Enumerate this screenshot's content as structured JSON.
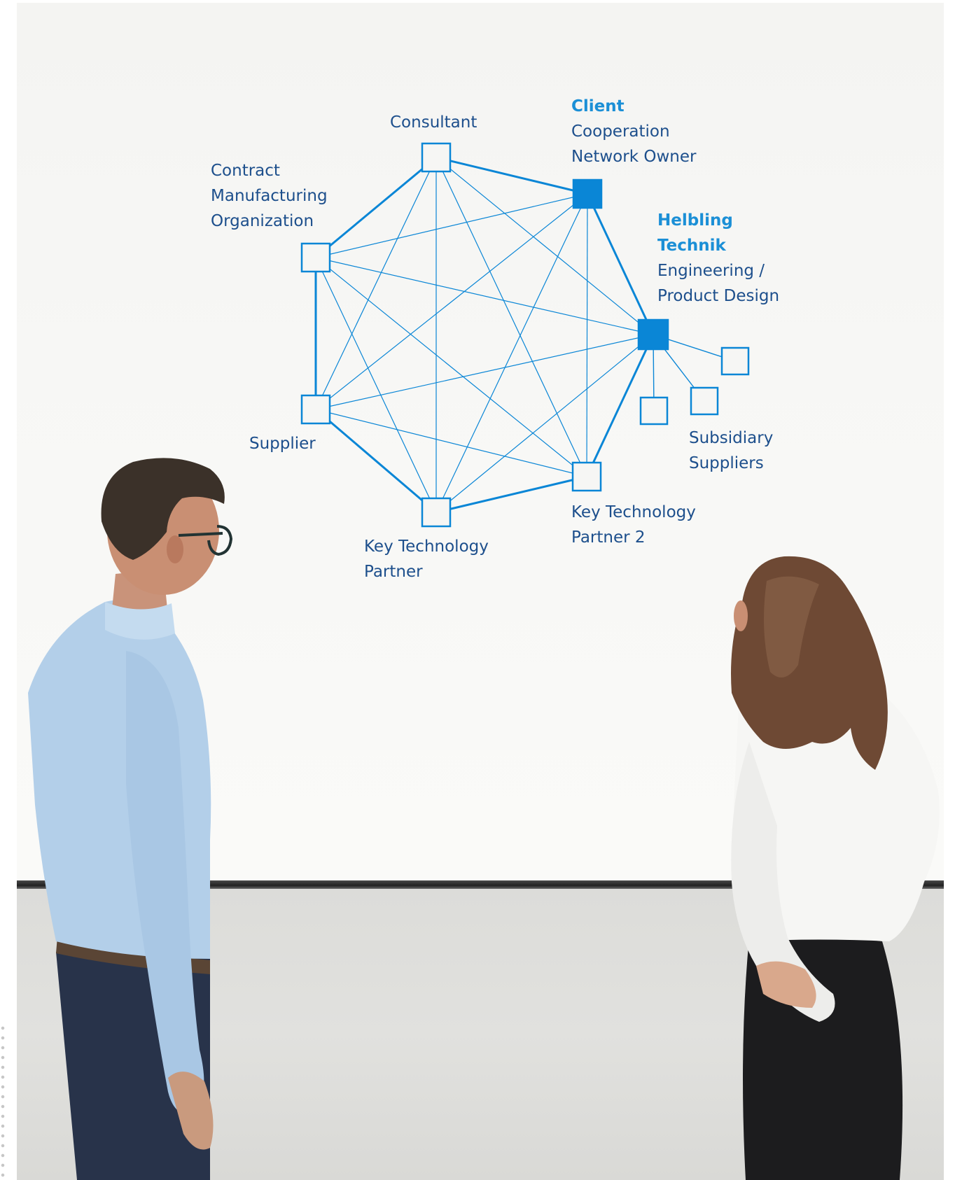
{
  "diagram": {
    "nodes": [
      {
        "id": "consultant",
        "label_lines": [
          "Consultant"
        ],
        "accent_lines": [],
        "filled": false
      },
      {
        "id": "client",
        "label_lines": [
          "Cooperation",
          "Network Owner"
        ],
        "accent_lines": [
          "Client"
        ],
        "filled": true
      },
      {
        "id": "helbling",
        "label_lines": [
          "Engineering /",
          "Product Design"
        ],
        "accent_lines": [
          "Helbling",
          "Technik"
        ],
        "filled": true
      },
      {
        "id": "key-tech-partner-2",
        "label_lines": [
          "Key Technology",
          "Partner 2"
        ],
        "accent_lines": [],
        "filled": false
      },
      {
        "id": "key-tech-partner",
        "label_lines": [
          "Key Technology",
          "Partner"
        ],
        "accent_lines": [],
        "filled": false
      },
      {
        "id": "supplier",
        "label_lines": [
          "Supplier"
        ],
        "accent_lines": [],
        "filled": false
      },
      {
        "id": "cmo",
        "label_lines": [
          "Contract",
          "Manufacturing",
          "Organization"
        ],
        "accent_lines": [],
        "filled": false
      }
    ],
    "subsidiary_label_lines": [
      "Subsidiary",
      "Suppliers"
    ],
    "subsidiary_count": 3,
    "colors": {
      "primary_blue": "#0a86d6",
      "label_blue": "#1d4f8c",
      "accent_blue": "#1b8fd6"
    }
  }
}
